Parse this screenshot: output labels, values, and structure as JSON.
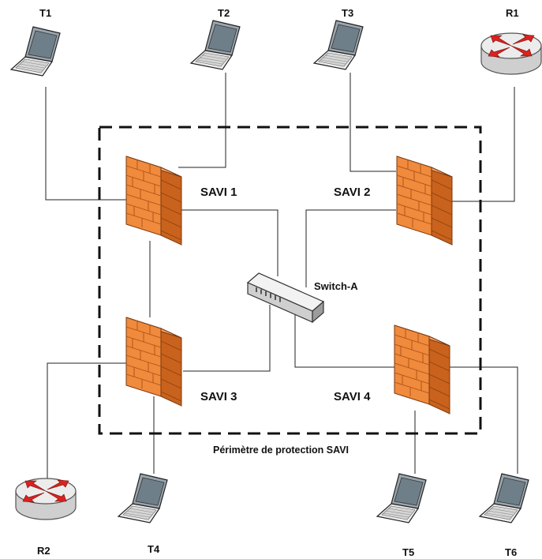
{
  "nodes": {
    "t1": "T1",
    "t2": "T2",
    "t3": "T3",
    "t4": "T4",
    "t5": "T5",
    "t6": "T6",
    "r1": "R1",
    "r2": "R2"
  },
  "savi": {
    "s1": "SAVI 1",
    "s2": "SAVI 2",
    "s3": "SAVI 3",
    "s4": "SAVI 4"
  },
  "switch_label": "Switch-A",
  "perimeter_label": "Périmètre de protection SAVI",
  "colors": {
    "firewall": "#f08a3c",
    "firewall_dark": "#c9621c",
    "router": "#dcdcdc",
    "router_arrows": "#d8231f",
    "laptop_body": "#e8e8e8",
    "laptop_screen": "#6a7a86"
  }
}
